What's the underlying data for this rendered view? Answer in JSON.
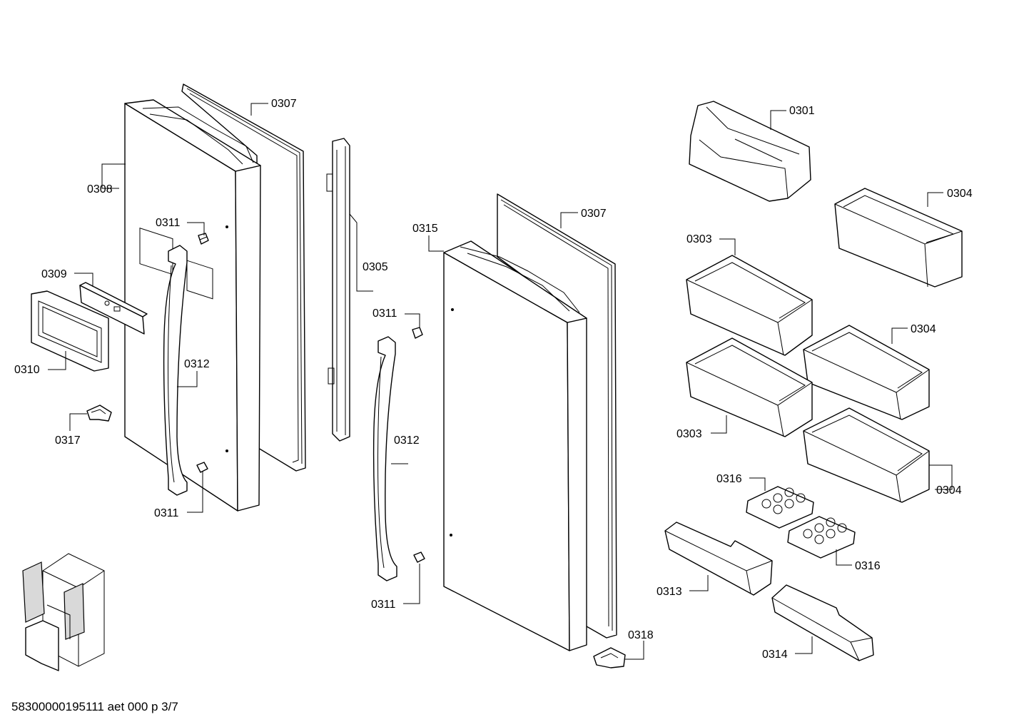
{
  "labels": {
    "p0307a": "0307",
    "p0308": "0308",
    "p0311a": "0311",
    "p0309": "0309",
    "p0310": "0310",
    "p0312a": "0312",
    "p0317": "0317",
    "p0311b": "0311",
    "p0305": "0305",
    "p0315": "0315",
    "p0307b": "0307",
    "p0311c": "0311",
    "p0312b": "0312",
    "p0311d": "0311",
    "p0318": "0318",
    "p0301": "0301",
    "p0304a": "0304",
    "p0303a": "0303",
    "p0304b": "0304",
    "p0303b": "0303",
    "p0304c": "0304",
    "p0316a": "0316",
    "p0316b": "0316",
    "p0313": "0313",
    "p0314": "0314"
  },
  "footer": {
    "doc_id": "58300000195111 aet 000 p 3/7"
  }
}
